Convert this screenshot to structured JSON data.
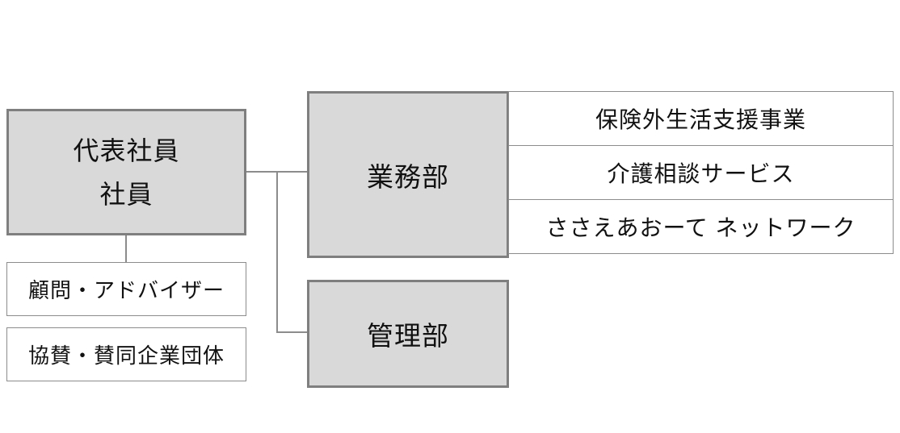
{
  "diagram": {
    "title": "organization-chart",
    "root": {
      "line1": "代表社員",
      "line2": "社員"
    },
    "left_children": [
      {
        "label": "顧問・アドバイザー"
      },
      {
        "label": "協賛・賛同企業団体"
      }
    ],
    "departments": [
      {
        "label": "業務部"
      },
      {
        "label": "管理部"
      }
    ],
    "services": [
      {
        "label": "保険外生活支援事業"
      },
      {
        "label": "介護相談サービス"
      },
      {
        "label": "ささえあおーて ネットワーク"
      }
    ],
    "colors": {
      "box_fill": "#d9d9d9",
      "box_border": "#7f7f7f",
      "white_box_border": "#8c8c8c",
      "connector": "#8c8c8c",
      "text": "#111111",
      "background": "#ffffff"
    }
  }
}
